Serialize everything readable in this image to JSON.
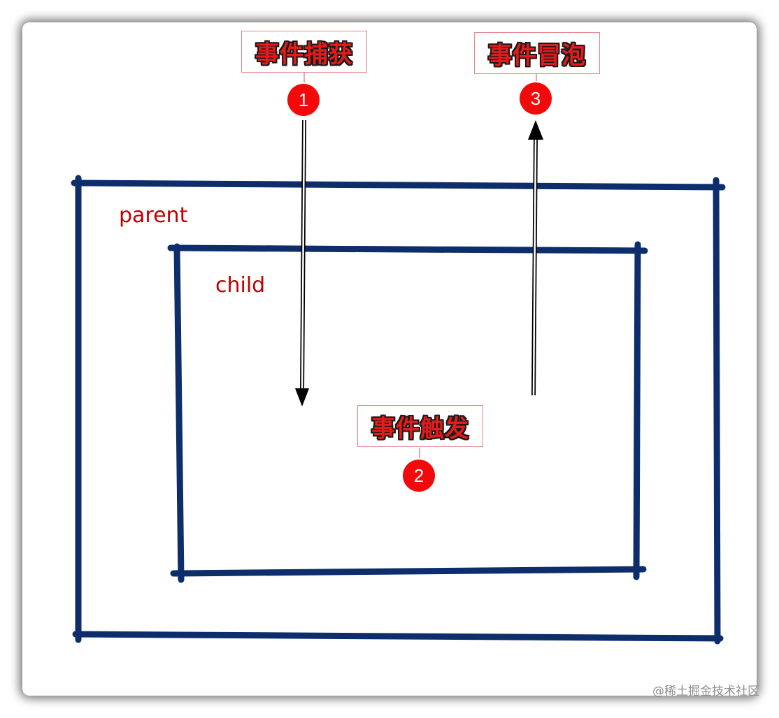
{
  "labels": {
    "parent": "parent",
    "child": "child"
  },
  "steps": [
    {
      "number": "1",
      "title": "事件捕获",
      "arrow": "down"
    },
    {
      "number": "2",
      "title": "事件触发",
      "arrow": "none"
    },
    {
      "number": "3",
      "title": "事件冒泡",
      "arrow": "up"
    }
  ],
  "watermark": "@稀土掘金技术社区",
  "colors": {
    "box_stroke": "#0d2d6b",
    "label_text": "#c00000",
    "step_text": "#e31b1b",
    "step_outline": "#1a1a1a",
    "badge_fill": "#f20a0a",
    "arrow": "#000000"
  }
}
